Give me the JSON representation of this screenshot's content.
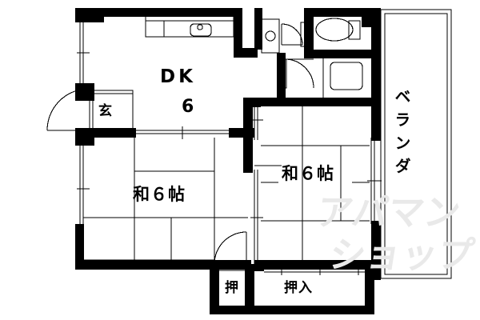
{
  "plan": {
    "title": "Apartment Floor Plan",
    "layout_type": "2DK",
    "unit_measure": "帖",
    "rooms": [
      {
        "id": "dk",
        "name_label": "DK",
        "size_label": "6",
        "kind": "dining-kitchen",
        "fixtures": [
          "kitchen-counter",
          "sink",
          "faucet"
        ]
      },
      {
        "id": "genkan",
        "name_label": "玄",
        "kind": "entrance",
        "fixtures": [
          "entry-swing-door"
        ]
      },
      {
        "id": "washroom",
        "name_label": "",
        "kind": "washroom",
        "fixtures": [
          "washing-machine-pan",
          "vanity",
          "swing-door"
        ]
      },
      {
        "id": "toilet",
        "name_label": "",
        "kind": "toilet",
        "fixtures": [
          "toilet-bowl",
          "toilet-tank"
        ]
      },
      {
        "id": "bath",
        "name_label": "",
        "kind": "bathroom",
        "fixtures": [
          "bathtub",
          "swing-door"
        ]
      },
      {
        "id": "washitsu-left",
        "name_label": "和",
        "size_label": "6",
        "unit": "帖",
        "full_label": "和６帖",
        "kind": "japanese-tatami-room",
        "fixtures": [
          "tatami-mats",
          "sliding-doors",
          "swing-door",
          "window"
        ]
      },
      {
        "id": "washitsu-right",
        "name_label": "和",
        "size_label": "6",
        "unit": "帖",
        "full_label": "和６帖",
        "kind": "japanese-tatami-room",
        "fixtures": [
          "tatami-mats",
          "sliding-doors",
          "veranda-sliding-door"
        ]
      },
      {
        "id": "closet-small",
        "name_label": "押",
        "kind": "closet"
      },
      {
        "id": "closet-large",
        "name_label": "押入",
        "kind": "closet"
      },
      {
        "id": "veranda",
        "name_label": "ベランダ",
        "kind": "balcony"
      }
    ],
    "labels": {
      "dk_name": "DK",
      "dk_size": "6",
      "genkan": "玄",
      "washitsu_left": "和６帖",
      "washitsu_right": "和６帖",
      "closet_small": "押",
      "closet_large": "押入",
      "veranda": "ベランダ"
    },
    "watermark": {
      "line1": "アパマン",
      "line2": "ショップ",
      "color": "#e9e9e9"
    },
    "colors": {
      "wall": "#000000",
      "background": "#ffffff",
      "line": "#000000",
      "watermark": "#e9e9e9"
    }
  }
}
